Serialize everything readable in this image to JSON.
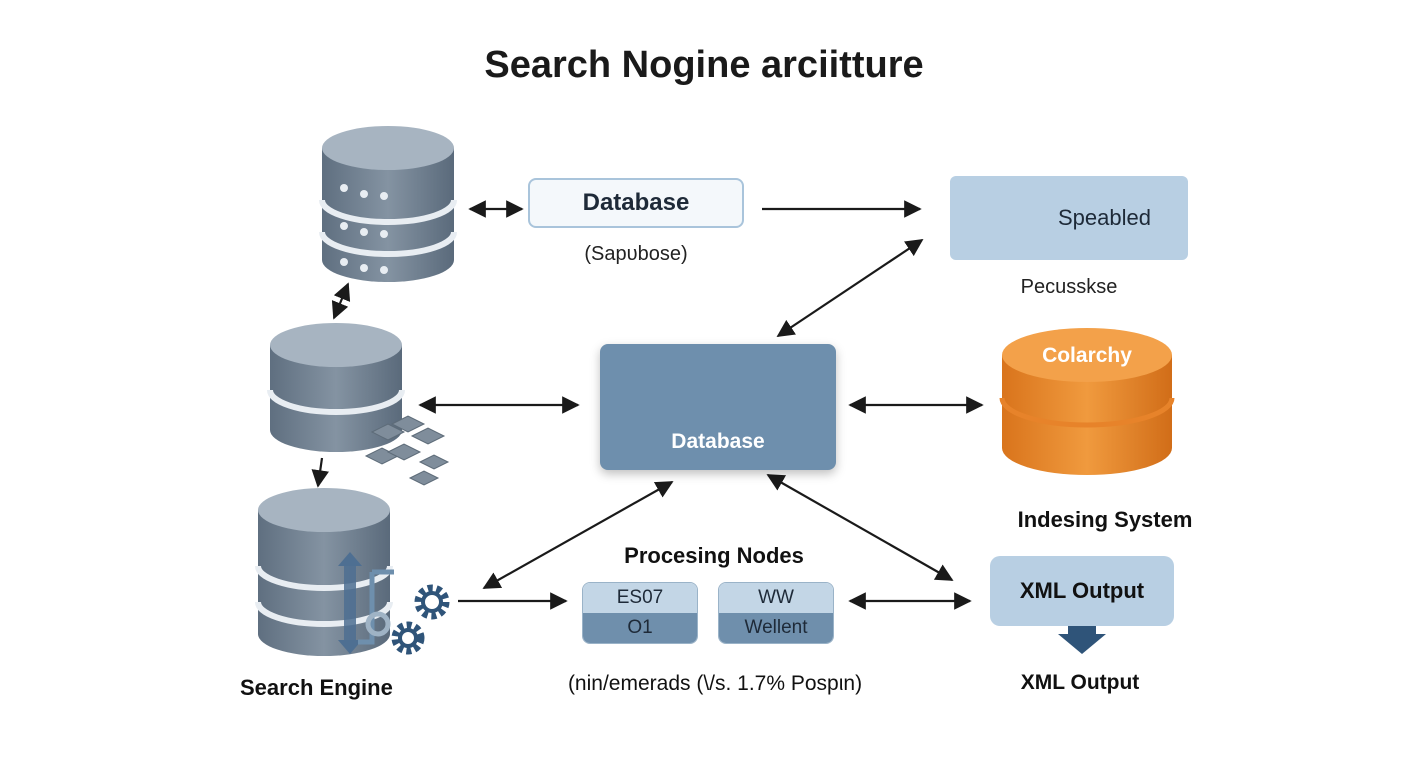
{
  "title": "Search Nogine arciitture",
  "top_database": {
    "label": "Database",
    "subtitle": "(Sapυbose)"
  },
  "speabled": {
    "label": "Speabled",
    "caption": "Pecusskse",
    "icon": "gear-icon"
  },
  "center_database": {
    "label": "Database",
    "icon": "database-hub-icon"
  },
  "colarchy": {
    "label": "Colarchy",
    "caption": "Indesing System",
    "color": "#e88a2e"
  },
  "processing": {
    "title": "Procesing Nodes",
    "nodes": [
      {
        "top": "ES07",
        "bottom": "O1"
      },
      {
        "top": "WW",
        "bottom": "Wellent"
      }
    ],
    "note": "(nin/emerads (\\/s. 1.7% Pospιn)"
  },
  "xml": {
    "box_label": "XML Output",
    "caption": "XML Output",
    "icon": "down-arrow-icon"
  },
  "search_engine": {
    "label": "Search Engine",
    "icon": "gear-icon"
  },
  "colors": {
    "db_gray": "#7d8b99",
    "accent_blue": "#b8cfe3",
    "hub_blue": "#6e8fad",
    "orange": "#e88a2e",
    "arrow": "#1a1a1a"
  }
}
